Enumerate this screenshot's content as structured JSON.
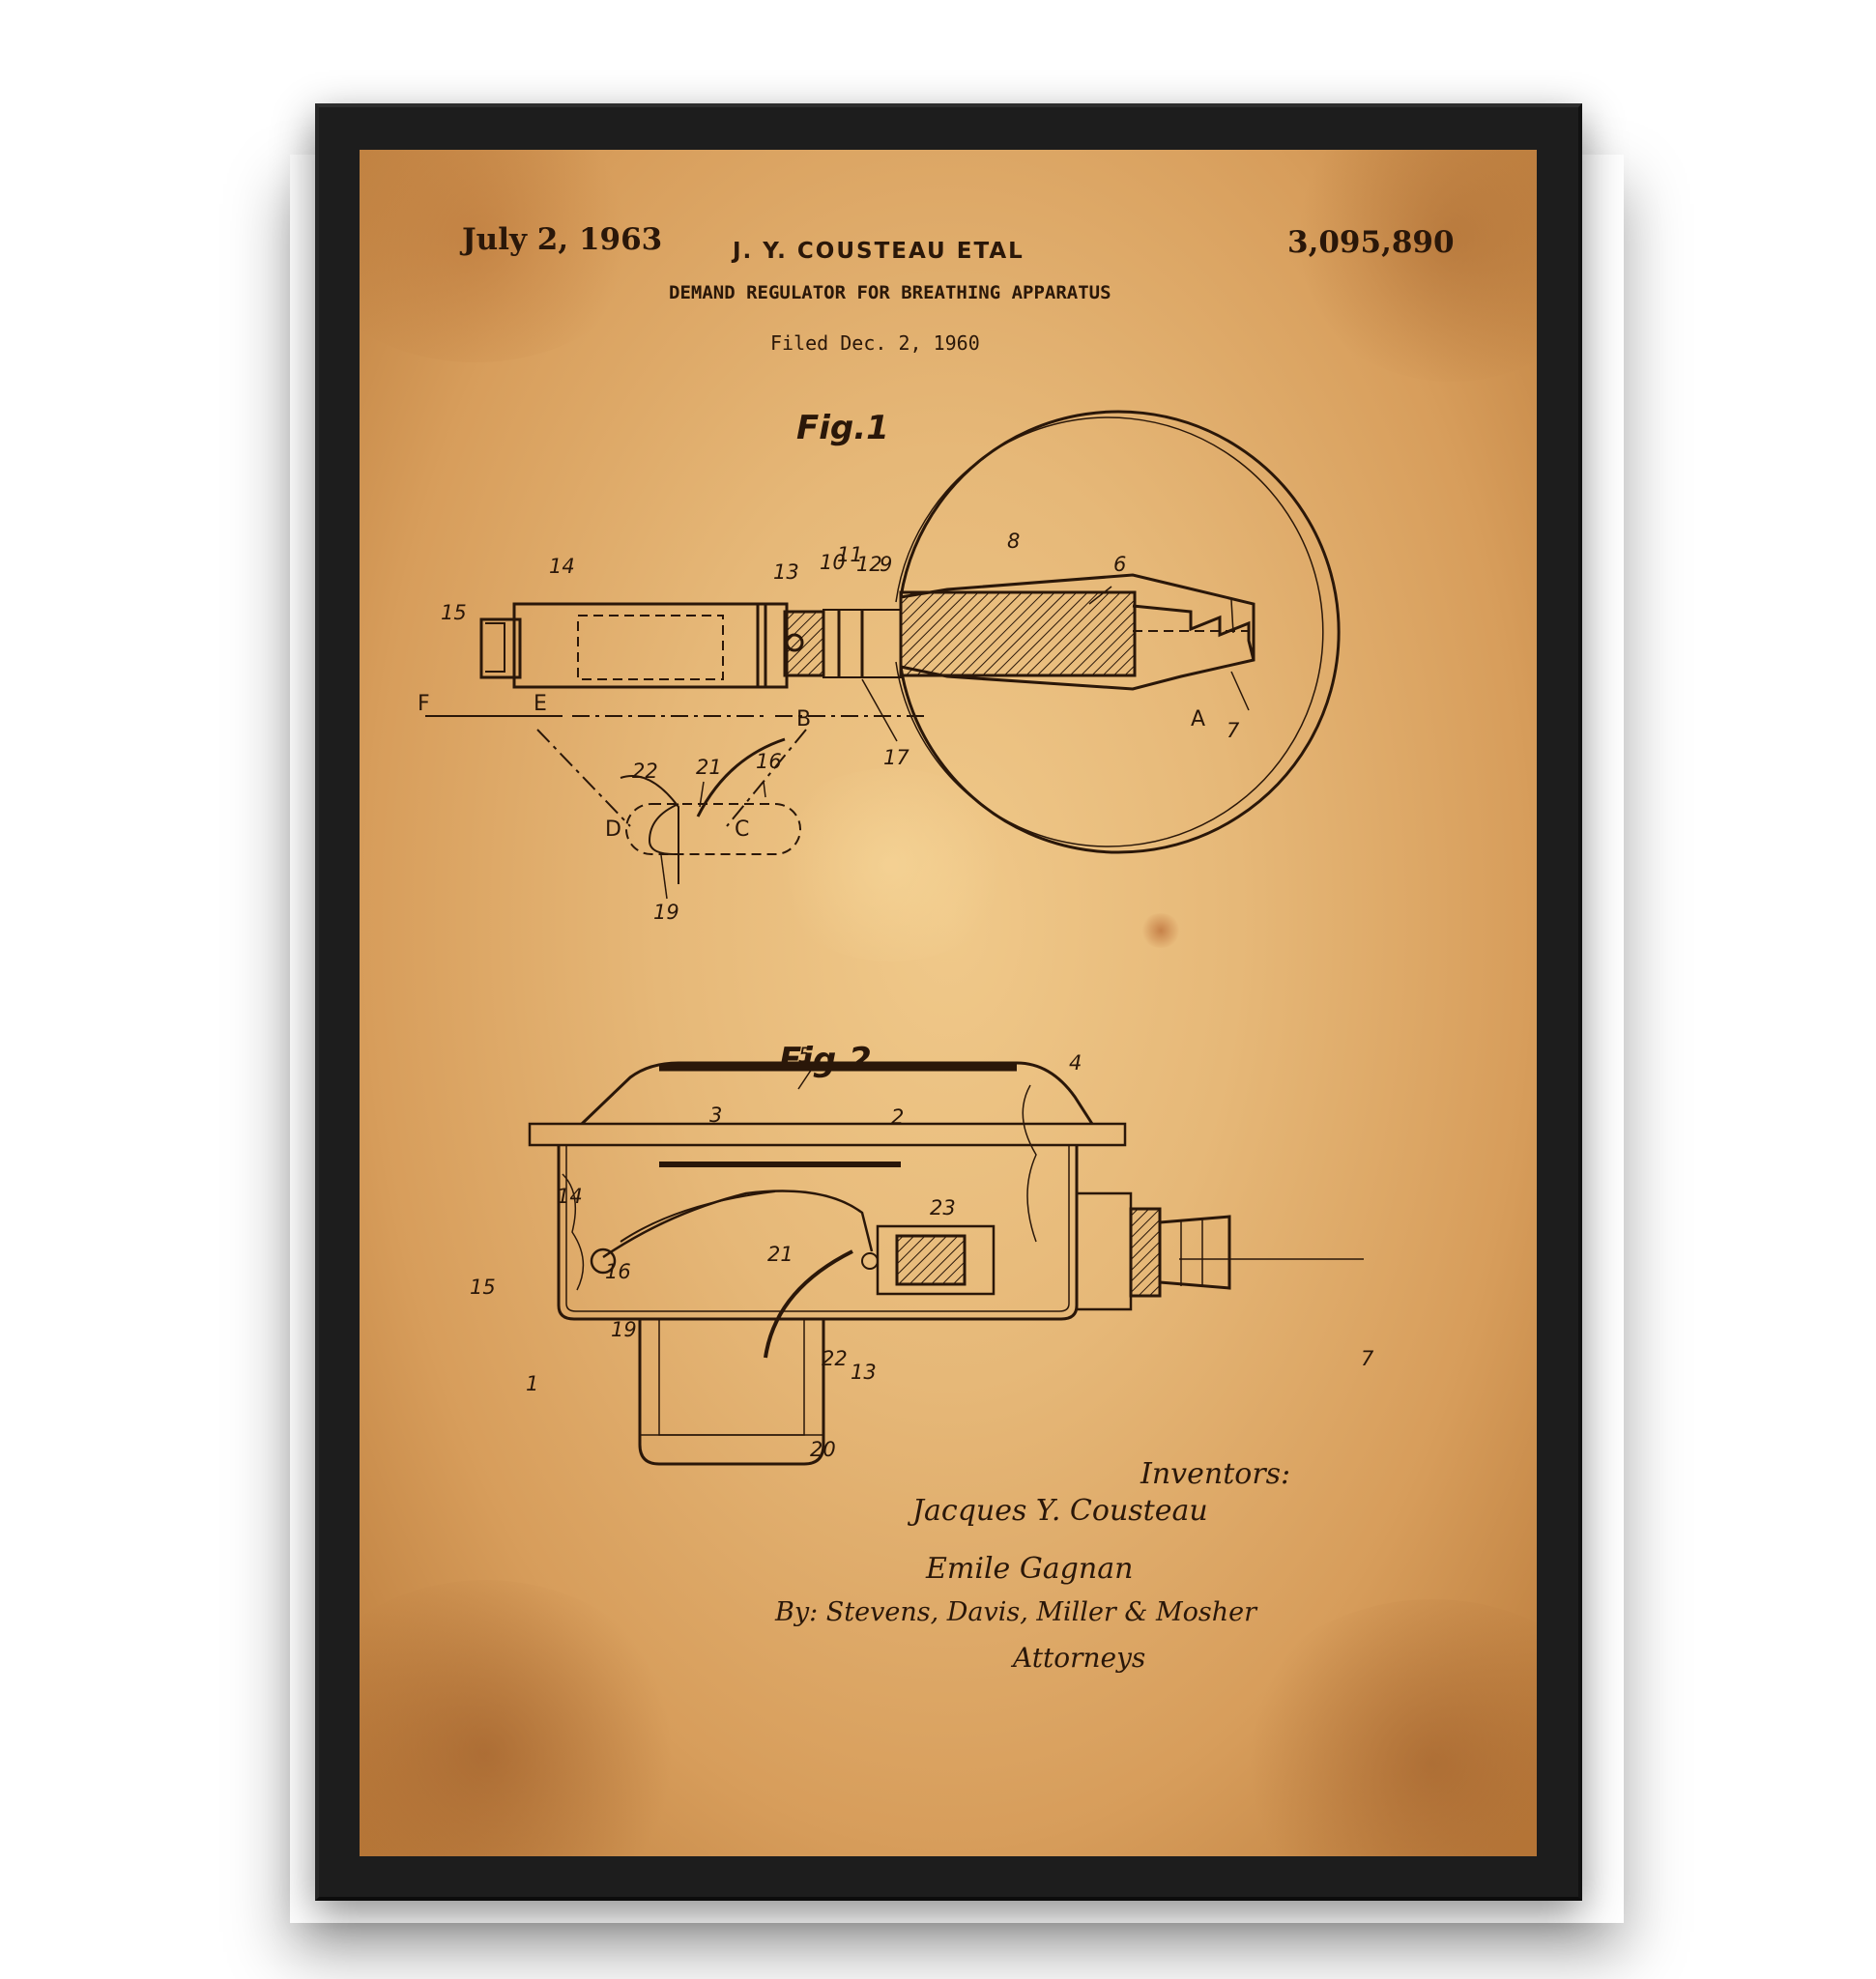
{
  "header": {
    "date": "July 2, 1963",
    "inventor": "J. Y. COUSTEAU ETAL",
    "patent_number": "3,095,890",
    "title": "DEMAND REGULATOR FOR BREATHING APPARATUS",
    "filed": "Filed Dec. 2, 1960"
  },
  "figures": {
    "fig1_label": "Fig.1",
    "fig2_label": "Fig.2"
  },
  "fig1_refs": {
    "r6": "6",
    "r7": "7",
    "r8": "8",
    "r9": "9",
    "r10": "10",
    "r11": "11",
    "r12": "12",
    "r13": "13",
    "r14": "14",
    "r15": "15",
    "r16": "16",
    "r17": "17",
    "r19": "19",
    "r21": "21",
    "r22": "22",
    "A": "A",
    "B": "B",
    "C": "C",
    "D": "D",
    "E": "E",
    "F": "F"
  },
  "fig2_refs": {
    "r1": "1",
    "r2": "2",
    "r3": "3",
    "r4": "4",
    "r5": "5",
    "r7": "7",
    "r13": "13",
    "r14": "14",
    "r15": "15",
    "r16": "16",
    "r19": "19",
    "r20": "20",
    "r21": "21",
    "r22": "22",
    "r23": "23"
  },
  "signature": {
    "heading": "Inventors:",
    "name1": "Jacques Y. Cousteau",
    "name2": "Emile Gagnan",
    "by": "By: Stevens, Davis, Miller & Mosher",
    "role": "Attorneys"
  },
  "colors": {
    "frame": "#1d1d1d",
    "paper": "#e6b878",
    "ink": "#2a1709"
  }
}
